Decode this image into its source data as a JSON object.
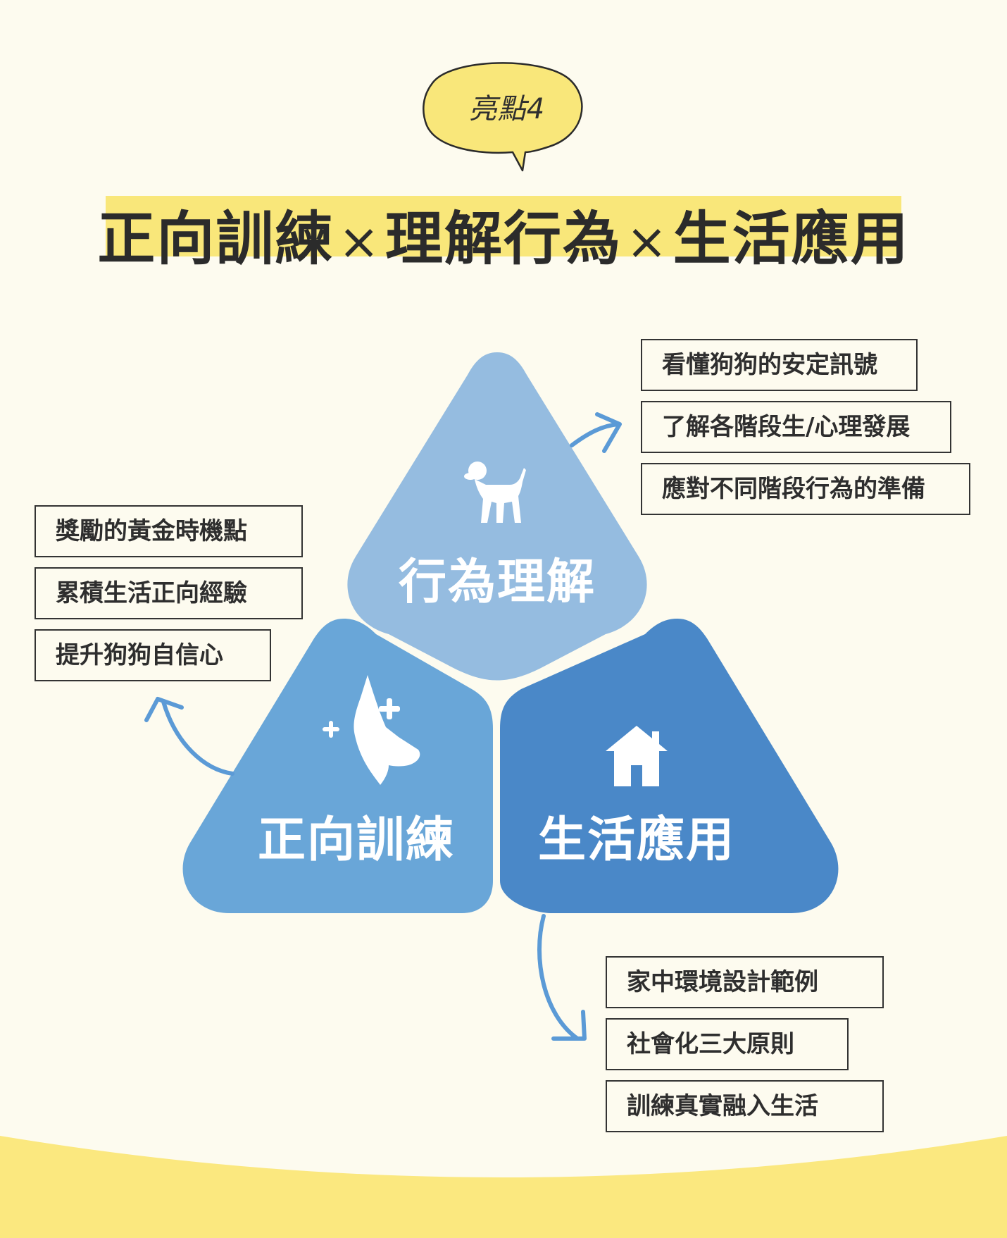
{
  "badge": {
    "label": "亮點4"
  },
  "title": {
    "part1": "正向訓練",
    "sep1": "×",
    "part2": "理解行為",
    "sep2": "×",
    "part3": "生活應用"
  },
  "triangles": {
    "top": {
      "label": "行為理解",
      "icon": "dog-standing-icon",
      "color": "#95bce0"
    },
    "left": {
      "label": "正向訓練",
      "icon": "dog-head-sparkle-icon",
      "color": "#69a6d8"
    },
    "right": {
      "label": "生活應用",
      "icon": "house-icon",
      "color": "#4a88c8"
    }
  },
  "boxes": {
    "behavior": [
      "看懂狗狗的安定訊號",
      "了解各階段生/心理發展",
      "應對不同階段行為的準備"
    ],
    "training": [
      "獎勵的黃金時機點",
      "累積生活正向經驗",
      "提升狗狗自信心"
    ],
    "life": [
      "家中環境設計範例",
      "社會化三大原則",
      "訓練真實融入生活"
    ]
  },
  "colors": {
    "background": "#fdfbef",
    "highlight": "#f9e77a",
    "arrow": "#5b9ad6",
    "wave": "#fbe87f"
  }
}
